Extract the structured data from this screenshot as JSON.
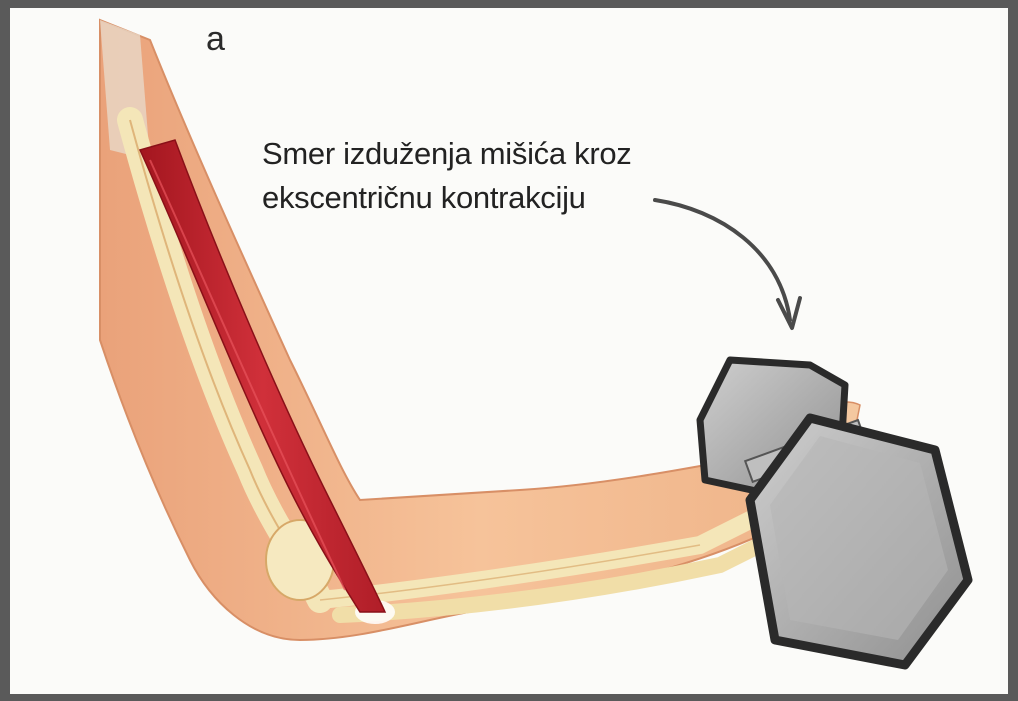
{
  "figure": {
    "panel_letter": "a",
    "caption_lines": [
      "Smer izduženja mišića kroz",
      "ekscentričnu kontrakciju"
    ]
  },
  "colors": {
    "skin": "#f2b98a",
    "bone": "#f4e6b8",
    "muscle": "#c0232e",
    "dumbbell": "#a9a9a9",
    "dumbbell_edge": "#2a2a2a"
  },
  "icons": [
    "curved-arrow-icon",
    "dumbbell-icon"
  ]
}
